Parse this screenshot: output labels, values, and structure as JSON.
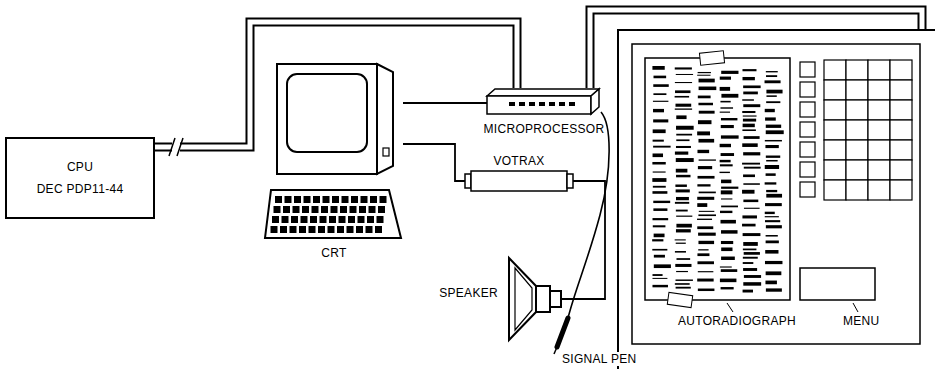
{
  "diagram": {
    "nodes": [
      {
        "text": [
          "CPU",
          "DEC PDP11-44"
        ]
      },
      {
        "text": [
          "MICROPROCESSOR"
        ]
      },
      {
        "text": [
          "CRT"
        ]
      },
      {
        "text": [
          "VOTRAX"
        ]
      },
      {
        "text": [
          "SPEAKER"
        ]
      }
    ],
    "edges": [
      {
        "from": 0,
        "to": 1,
        "arrow": "none"
      },
      {
        "from": 2,
        "to": 1,
        "arrow": "none"
      },
      {
        "from": 2,
        "to": 3,
        "arrow": "none"
      },
      {
        "from": 3,
        "to": 4,
        "arrow": "none"
      }
    ],
    "labels": [
      "SIGNAL PEN",
      "AUTORADIOGRAPH",
      "MENU"
    ]
  }
}
